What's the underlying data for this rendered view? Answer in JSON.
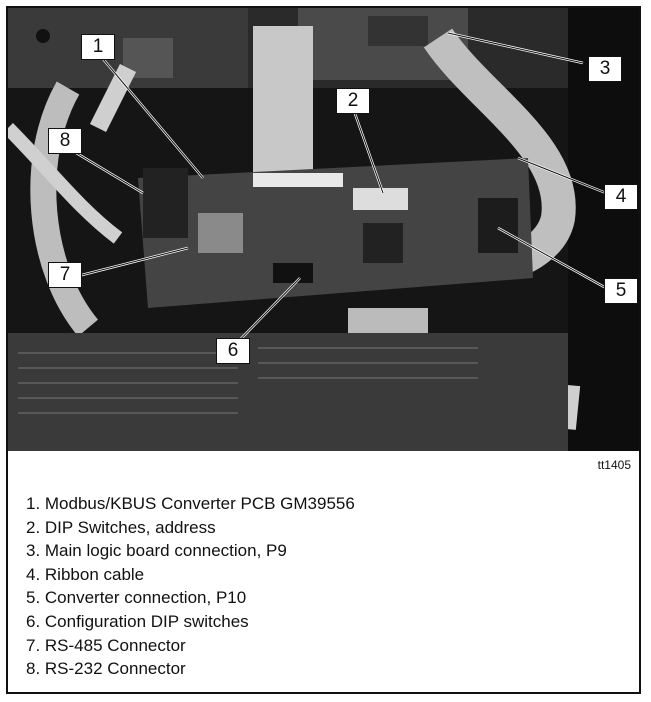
{
  "figure": {
    "id": "tt1405",
    "callouts": [
      "1",
      "2",
      "3",
      "4",
      "5",
      "6",
      "7",
      "8"
    ],
    "legend": [
      "1. Modbus/KBUS Converter PCB GM39556",
      "2. DIP Switches, address",
      "3. Main logic board connection, P9",
      "4. Ribbon cable",
      "5. Converter connection, P10",
      "6. Configuration DIP switches",
      "7. RS-485 Connector",
      "8. RS-232 Connector"
    ]
  }
}
